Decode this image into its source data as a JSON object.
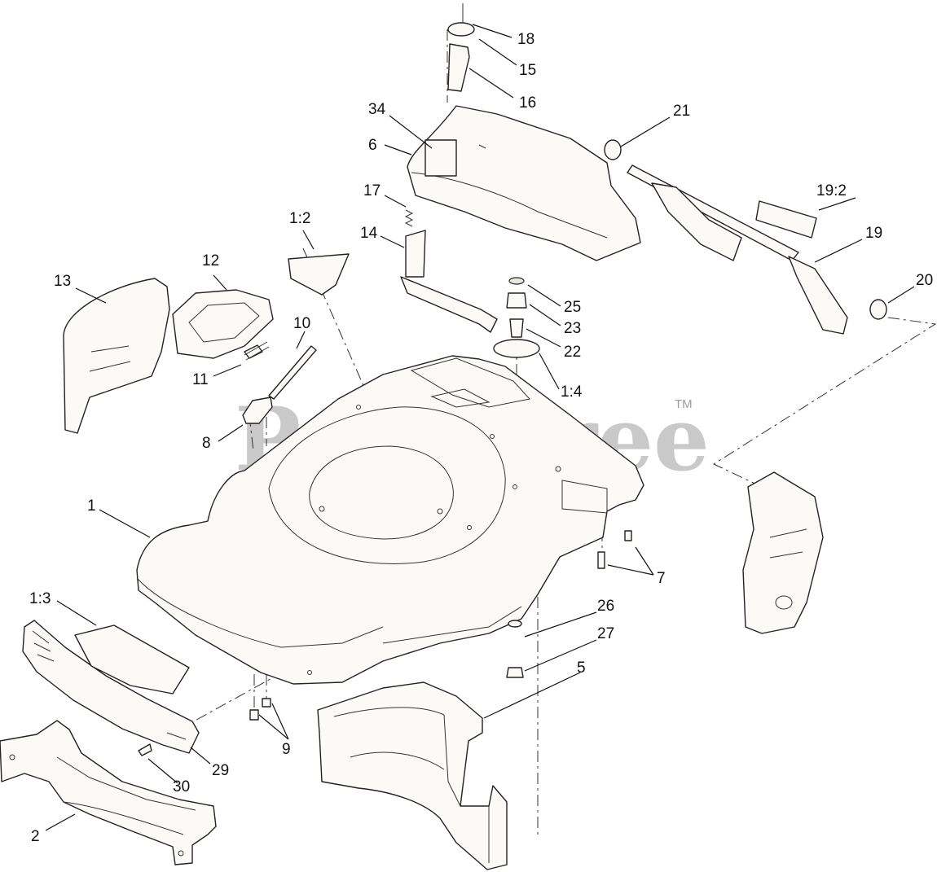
{
  "watermark": {
    "text": "PartsTree",
    "trademark": "TM"
  },
  "callouts": [
    "18",
    "15",
    "16",
    "34",
    "6",
    "21",
    "17",
    "14",
    "1:2",
    "12",
    "13",
    "10",
    "19:2",
    "19",
    "20",
    "25",
    "23",
    "22",
    "1:4",
    "11",
    "8",
    "1",
    "7",
    "1:3",
    "26",
    "27",
    "5",
    "9",
    "29",
    "30",
    "2"
  ]
}
